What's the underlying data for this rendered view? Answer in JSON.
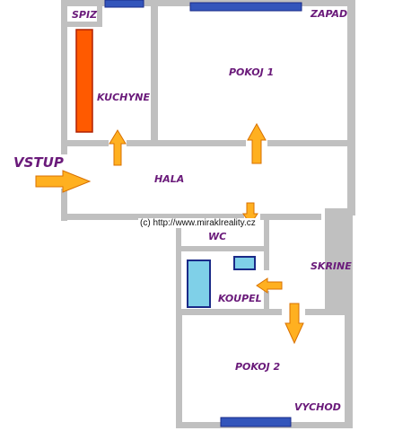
{
  "rooms": {
    "spiz": "SPIZ",
    "kuchyne": "KUCHYNE",
    "zapad": "ZAPAD",
    "pokoj1": "POKOJ 1",
    "vstup": "VSTUP",
    "hala": "HALA",
    "wc": "WC",
    "skrine": "SKRINE",
    "koupel": "KOUPEL",
    "pokoj2": "POKOJ 2",
    "vychod": "VYCHOD"
  },
  "copyright": "(c) http://www.miraklreality.cz",
  "colors": {
    "wall": "#c0c0c0",
    "window": "#3355bb",
    "window_border": "#1a2a88",
    "stove": "#ff5a00",
    "stove_border": "#b02000",
    "fixture": "#7fd0e8",
    "fixture_border": "#1a2a88",
    "arrow_fill": "#ffb020",
    "arrow_border": "#d87000",
    "label": "#6a1a7a"
  }
}
